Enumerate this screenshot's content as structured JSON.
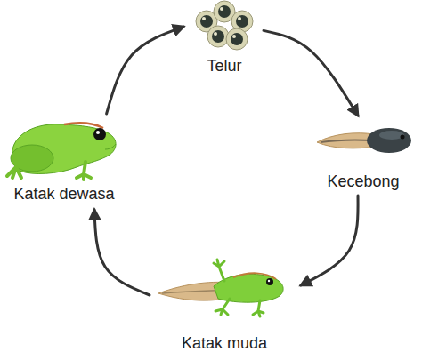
{
  "diagram": {
    "nodes": [
      {
        "text": [
          "Telur"
        ]
      },
      {
        "text": [
          "Kecebong"
        ]
      },
      {
        "text": [
          "Katak muda"
        ]
      },
      {
        "text": [
          "Katak dewasa"
        ]
      }
    ],
    "edges": [
      {
        "from": 0,
        "to": 1,
        "arrow": "to"
      },
      {
        "from": 1,
        "to": 2,
        "arrow": "to"
      },
      {
        "from": 2,
        "to": 3,
        "arrow": "to"
      },
      {
        "from": 3,
        "to": 0,
        "arrow": "to"
      }
    ]
  }
}
